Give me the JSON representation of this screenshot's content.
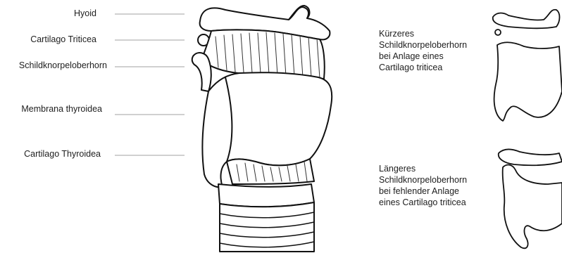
{
  "labels": {
    "hyoid": "Hyoid",
    "cartilago_triticea": "Cartilago Triticea",
    "schildknorpeloberhorn": "Schildknorpeloberhorn",
    "membrana_thyroidea": "Membrana thyroidea",
    "cartilago_thyroidea": "Cartilago Thyroidea"
  },
  "captions": {
    "top": [
      "Kürzeres",
      "Schildknorpeloberhorn",
      "bei Anlage eines",
      "Cartilago triticea"
    ],
    "bottom": [
      "Längeres",
      "Schildknorpeloberhorn",
      "bei fehlender Anlage",
      "eines Cartilago triticea"
    ]
  },
  "colors": {
    "stroke": "#111111",
    "leader": "#9a9a9a",
    "text": "#1e1e1e"
  }
}
